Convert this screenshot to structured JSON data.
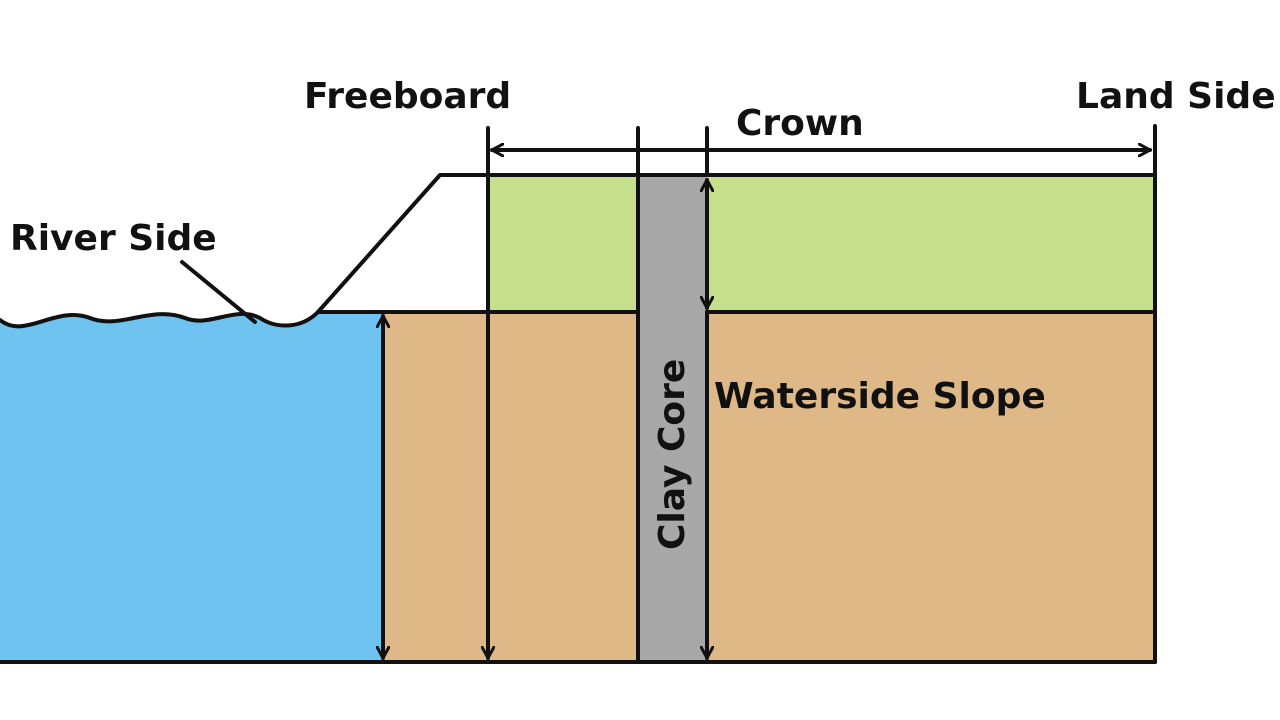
{
  "labels": {
    "freeboard": "Freeboard",
    "land_side": "Land Side",
    "crown": "Crown",
    "river_side": "River Side",
    "clay_core": "Clay Core",
    "waterside_slope": "Waterside Slope"
  },
  "colors": {
    "water": "#6ec3f0",
    "earth": "#deb887",
    "crown_grass": "#c6df8a",
    "clay_core": "#a8a8a8",
    "outline": "#111111"
  }
}
